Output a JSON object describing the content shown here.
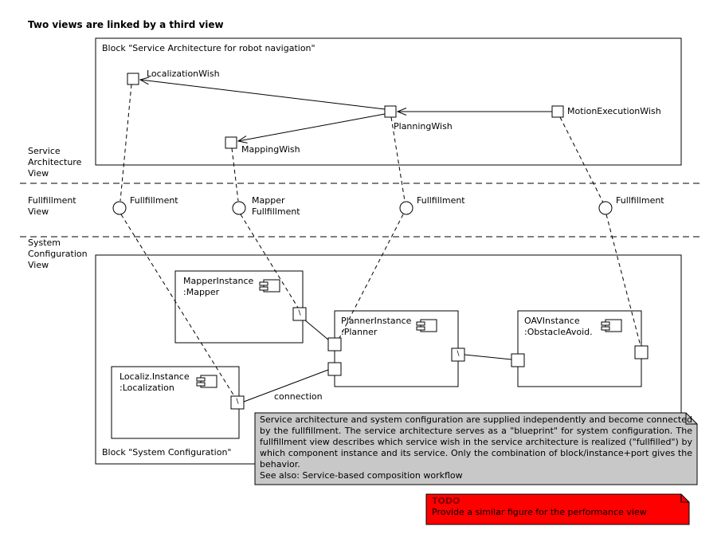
{
  "title": "Two views are linked by a third view",
  "view_labels": [
    {
      "lines": [
        "Service",
        "Architecture",
        "View"
      ]
    },
    {
      "lines": [
        "Fullfillment",
        "View"
      ]
    },
    {
      "lines": [
        "System",
        "Configuration",
        "View"
      ]
    }
  ],
  "architecture_block": {
    "label": "Block \"Service Architecture for robot navigation\"",
    "wishes": {
      "localization": "LocalizationWish",
      "planning": "PlanningWish",
      "mapping": "MappingWish",
      "motion_execution": "MotionExecutionWish"
    }
  },
  "fullfillment_view": {
    "fullfillments": [
      {
        "lines": [
          "Fullfillment"
        ]
      },
      {
        "lines": [
          "Mapper",
          "Fullfillment"
        ]
      },
      {
        "lines": [
          "Fullfillment"
        ]
      },
      {
        "lines": [
          "Fullfillment"
        ]
      }
    ]
  },
  "configuration_block": {
    "label": "Block \"System Configuration\"",
    "instances": [
      {
        "name": "MapperInstance",
        "type": ":Mapper"
      },
      {
        "name": "PlannerInstance",
        "type": ":Planner"
      },
      {
        "name": "OAVInstance",
        "type": ":ObstacleAvoid."
      },
      {
        "name": "Localiz.Instance",
        "type": ":Localization"
      }
    ],
    "connection_label": "connection",
    "port_glyph": "\\"
  },
  "note": {
    "bg_color": "#c8c8c8",
    "body": "Service architecture and system configuration are supplied independently and become connected by the fullfillment. The service architecture serves as a \"blueprint\" for system configuration. The fullfillment view describes which service wish in the service architecture is realized (\"fullfilled\") by which component instance and its service. Only the combination of block/instance+port gives the behavior.",
    "see_also": "See also: Service-based composition workflow"
  },
  "todo_note": {
    "bg_color": "#ff0000",
    "title": "TODO",
    "title_color": "#7f0000",
    "body": "Provide a similar figure for the performance view"
  }
}
